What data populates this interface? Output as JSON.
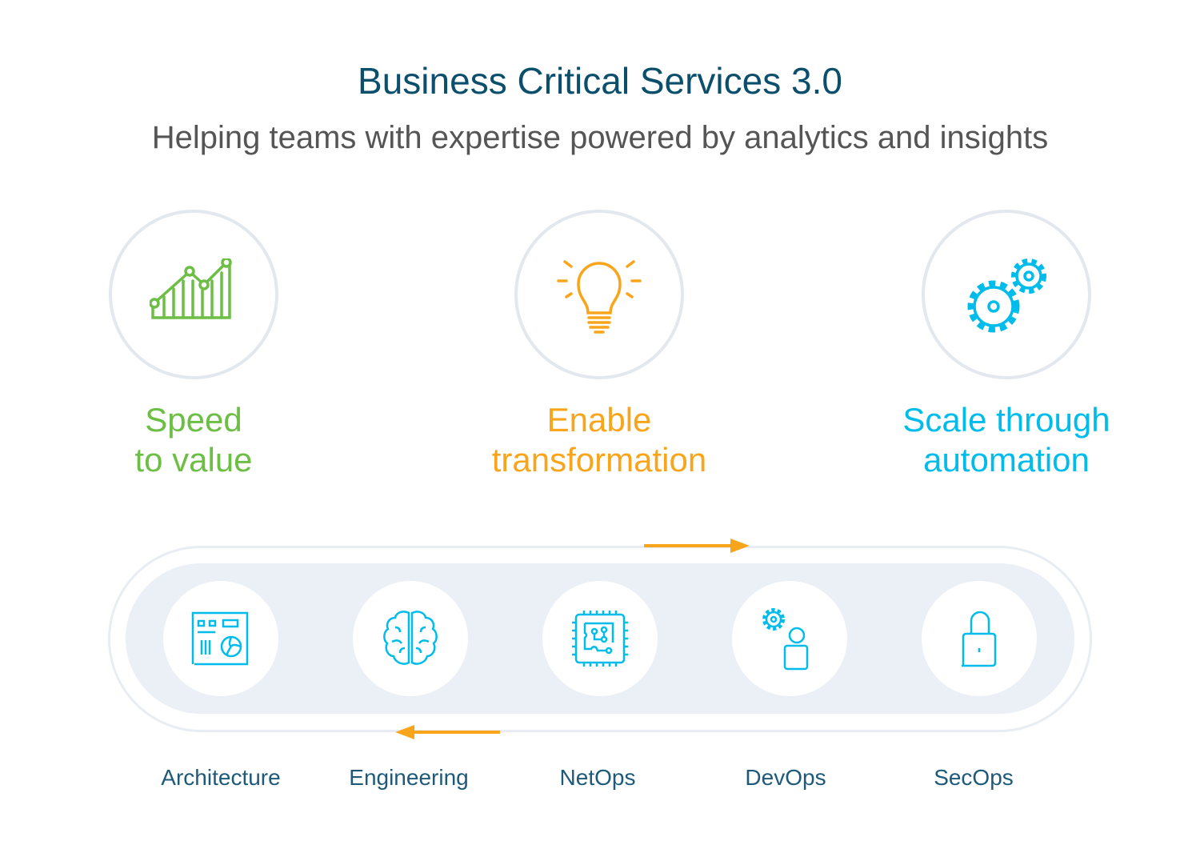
{
  "header": {
    "title": "Business Critical Services 3.0",
    "subtitle": "Helping teams with expertise powered by analytics and insights"
  },
  "pillars": [
    {
      "line1": "Speed",
      "line2": "to value",
      "icon": "chart-growth-icon",
      "color": "#6cbe45"
    },
    {
      "line1": "Enable",
      "line2": "transformation",
      "icon": "lightbulb-icon",
      "color": "#f8a51b"
    },
    {
      "line1": "Scale through",
      "line2": "automation",
      "icon": "gears-icon",
      "color": "#00bceb"
    }
  ],
  "teams": [
    {
      "label": "Architecture",
      "icon": "motherboard-icon"
    },
    {
      "label": "Engineering",
      "icon": "brain-icon"
    },
    {
      "label": "NetOps",
      "icon": "chip-icon"
    },
    {
      "label": "DevOps",
      "icon": "gear-person-icon"
    },
    {
      "label": "SecOps",
      "icon": "unlocked-padlock-icon"
    }
  ],
  "colors": {
    "title": "#0b4f6c",
    "accent_arrow": "#f8a51b",
    "icon_blue": "#00bceb"
  }
}
